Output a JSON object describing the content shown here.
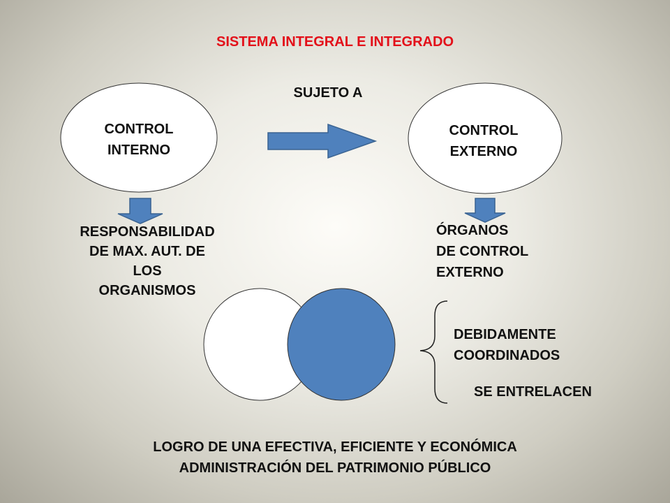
{
  "slide": {
    "title": "SISTEMA INTEGRAL E INTEGRADO",
    "arrow_label": "SUJETO A",
    "internal": "CONTROL\nINTERNO",
    "external": "CONTROL\nEXTERNO",
    "responsibility": "RESPONSABILIDAD\nDE MAX. AUT. DE\nLOS\nORGANISMOS",
    "organs": "ÓRGANOS\nDE CONTROL\nEXTERNO",
    "coordinated": "DEBIDAMENTE\nCOORDINADOS",
    "interlace": "SE ENTRELACEN",
    "conclusion": "LOGRO DE UNA EFECTIVA, EFICIENTE Y ECONÓMICA\nADMINISTRACIÓN DEL PATRIMONIO PÚBLICO"
  },
  "colors": {
    "title": "#e3101a",
    "arrow_fill": "#4f81bd",
    "arrow_stroke": "#3a6391",
    "circle_blue": "#4f81bd",
    "text": "#111111"
  }
}
